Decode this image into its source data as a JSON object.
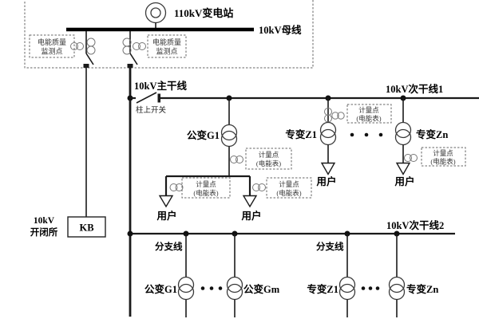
{
  "colors": {
    "line": "#1a1a1a",
    "dashed_box": "#666666",
    "background": "#ffffff",
    "text": "#000000"
  },
  "station": {
    "label": "110kV变电站"
  },
  "busbar": {
    "label": "10kV母线"
  },
  "power_quality": {
    "line1": "电能质量",
    "line2": "监测点"
  },
  "trunk": {
    "label": "10kV主干线"
  },
  "pole_switch": {
    "label": "柱上开关"
  },
  "sub_trunk1": {
    "label": "10kV次干线1"
  },
  "sub_trunk2": {
    "label": "10kV次干线2"
  },
  "branch": {
    "label": "分支线"
  },
  "switch_station": {
    "name_line1": "10kV",
    "name_line2": "开闭所",
    "box_label": "KB"
  },
  "meter": {
    "line1": "计量点",
    "line2": "(电能表)"
  },
  "transformers": {
    "public_g1": "公变G1",
    "public_gm": "公变Gm",
    "dedicated_z1": "专变Z1",
    "dedicated_zn": "专变Zn"
  },
  "user": {
    "label": "用户"
  },
  "ellipsis": "···"
}
